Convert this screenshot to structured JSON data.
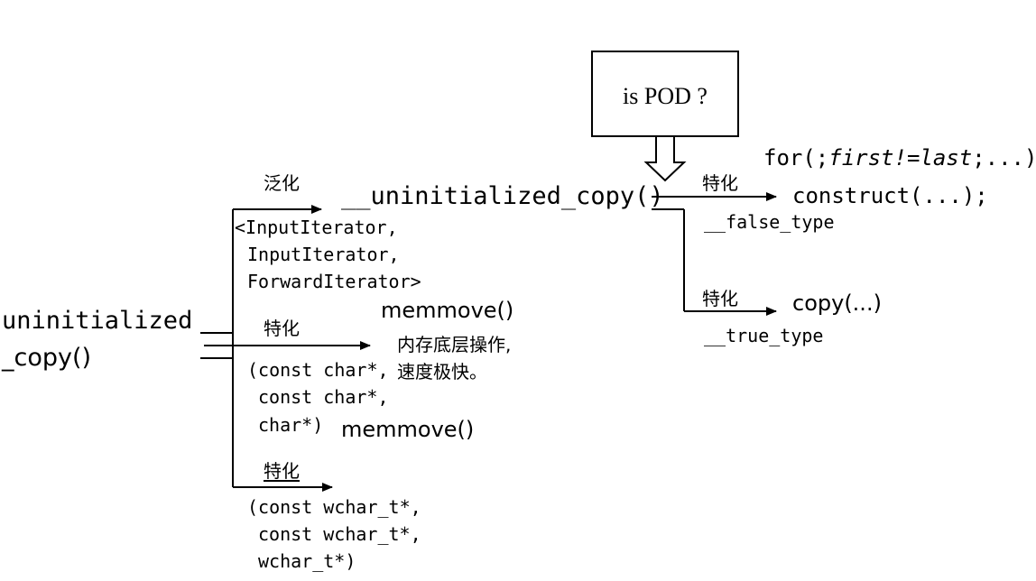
{
  "decision": {
    "label": "is POD ?"
  },
  "entry": {
    "line1": "uninitialized",
    "line2": "_copy()"
  },
  "generic": {
    "edge_label": "泛化",
    "func": "__uninitialized_copy()",
    "tparams": [
      "<InputIterator,",
      "InputIterator,",
      "ForwardIterator>"
    ]
  },
  "pod_false": {
    "edge_label": "特化",
    "loop": {
      "prefix": "for(;",
      "cond": "first!=last",
      "suffix": ";...)"
    },
    "call": "construct(...);",
    "tag": "__false_type"
  },
  "pod_true": {
    "edge_label": "特化",
    "call": "copy(...)",
    "tag": "__true_type"
  },
  "char_spec": {
    "edge_label": "特化",
    "func": "memmove()",
    "note": [
      "内存底层操作,",
      "速度极快。"
    ],
    "params": [
      "(const char*,",
      "const char*,",
      "char*)"
    ],
    "func2": "memmove()"
  },
  "wchar_spec": {
    "edge_label": "特化",
    "params": [
      "(const wchar_t*,",
      "const wchar_t*,",
      "wchar_t*)"
    ]
  }
}
